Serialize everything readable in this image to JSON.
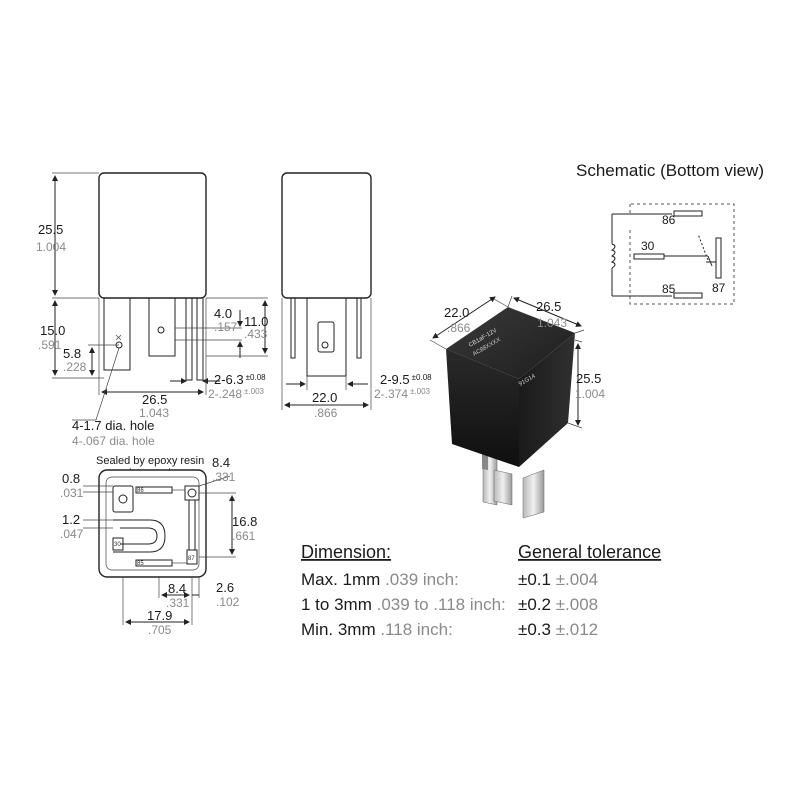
{
  "schematic": {
    "title": "Schematic (Bottom view)",
    "pins": [
      "86",
      "30",
      "85",
      "87"
    ]
  },
  "front_view": {
    "height_mm": "25.5",
    "height_in": "1.004",
    "pin_len_mm": "15.0",
    "pin_len_in": ".591",
    "pin_off_mm": "5.8",
    "pin_off_in": ".228",
    "term_w_mm": "4.0",
    "term_w_in": ".157",
    "term_h_mm": "11.0",
    "term_h_in": ".433",
    "small_term_mm": "2-6.3",
    "small_term_tol": "±0.08",
    "small_term_in": "2-.248",
    "small_term_in_tol": "±.003",
    "width_mm": "26.5",
    "width_in": "1.043",
    "hole_mm": "4-1.7 dia. hole",
    "hole_in": "4-.067 dia. hole"
  },
  "side_view": {
    "large_term_mm": "2-9.5",
    "large_term_tol": "±0.08",
    "large_term_in": "2-.374",
    "large_term_in_tol": "±.003",
    "width_mm": "22.0",
    "width_in": ".866"
  },
  "photo": {
    "depth_mm": "22.0",
    "depth_in": ".866",
    "width_mm": "26.5",
    "width_in": "1.043",
    "height_mm": "25.5",
    "height_in": "1.004",
    "marking_1": "CB1aF-12V",
    "marking_2": "AC88XXXX",
    "marking_3": "91G14"
  },
  "bottom_view": {
    "sealed_label": "Sealed by epoxy resin",
    "top_right_mm": "8.4",
    "top_right_in": ".331",
    "left_a_mm": "0.8",
    "left_a_in": ".031",
    "left_b_mm": "1.2",
    "left_b_in": ".047",
    "right_mm": "16.8",
    "right_in": ".661",
    "bottom_a_mm": "8.4",
    "bottom_a_in": ".331",
    "bottom_b_mm": "2.6",
    "bottom_b_in": ".102",
    "bottom_w_mm": "17.9",
    "bottom_w_in": ".705",
    "pin_86": "86",
    "pin_30": "30",
    "pin_85": "85",
    "pin_87": "87"
  },
  "tolerance_table": {
    "col1_header": "Dimension:",
    "col2_header": "General tolerance",
    "rows": [
      {
        "dim_mm": "Max. 1mm",
        "dim_in": ".039 inch:",
        "tol": "±0.1",
        "tol_in": "±.004"
      },
      {
        "dim_mm": "1 to 3mm",
        "dim_in": ".039 to .118 inch:",
        "tol": "±0.2",
        "tol_in": "±.008"
      },
      {
        "dim_mm": "Min. 3mm",
        "dim_in": ".118 inch:",
        "tol": "±0.3",
        "tol_in": "±.012"
      }
    ]
  }
}
